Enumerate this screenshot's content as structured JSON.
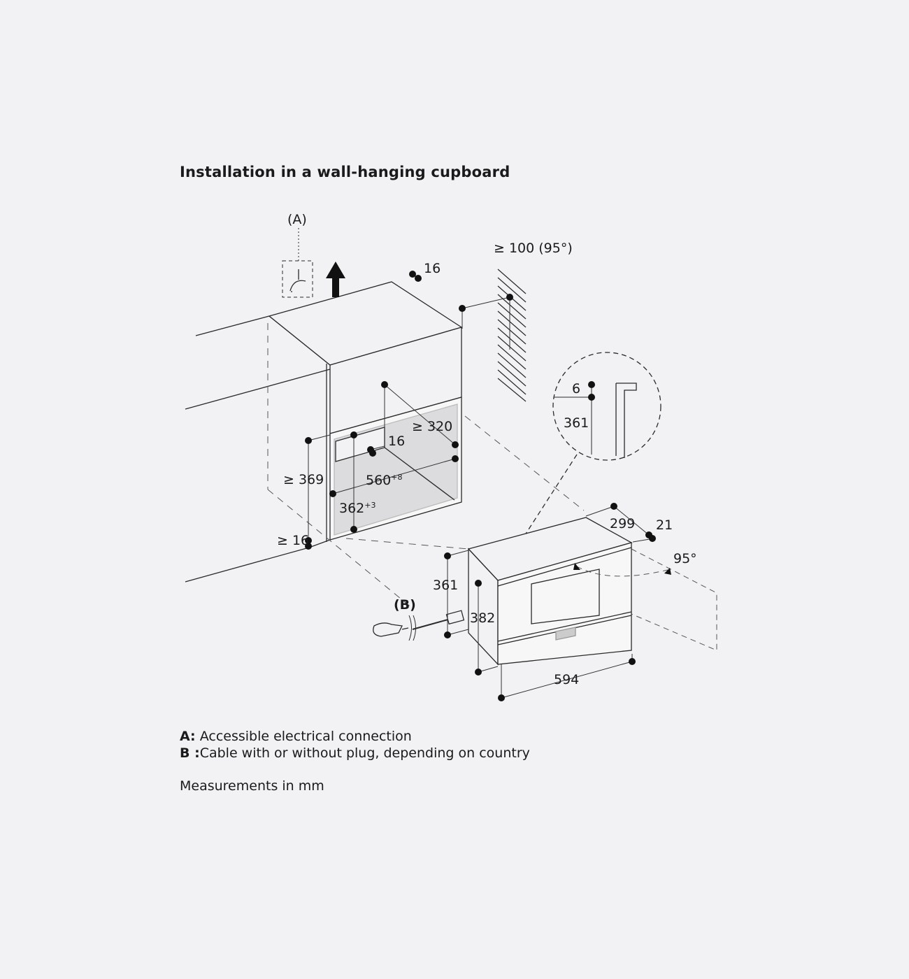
{
  "title": "Installation in a wall-hanging cupboard",
  "diagram": {
    "callout_a": "(A)",
    "callout_b": "(B)",
    "dims": {
      "wall_clearance": "≥ 100 (95°)",
      "top_panel_thickness": "16",
      "niche_depth": "≥ 320",
      "niche_back_gap": "16",
      "niche_width": "560",
      "niche_width_tol": "+8",
      "niche_height": "362",
      "niche_height_tol": "+3",
      "cupboard_height": "≥ 369",
      "bottom_panel": "≥ 16",
      "detail_gap": "6",
      "detail_height": "361",
      "oven_depth": "299",
      "oven_front": "21",
      "door_angle": "95°",
      "oven_body_height": "361",
      "oven_height": "382",
      "oven_width": "594"
    }
  },
  "legend": {
    "a_key": "A:",
    "a_text": "Accessible electrical connection",
    "b_key": "B :",
    "b_text": "Cable with or without plug, depending on country",
    "units": "Measurements in mm"
  }
}
